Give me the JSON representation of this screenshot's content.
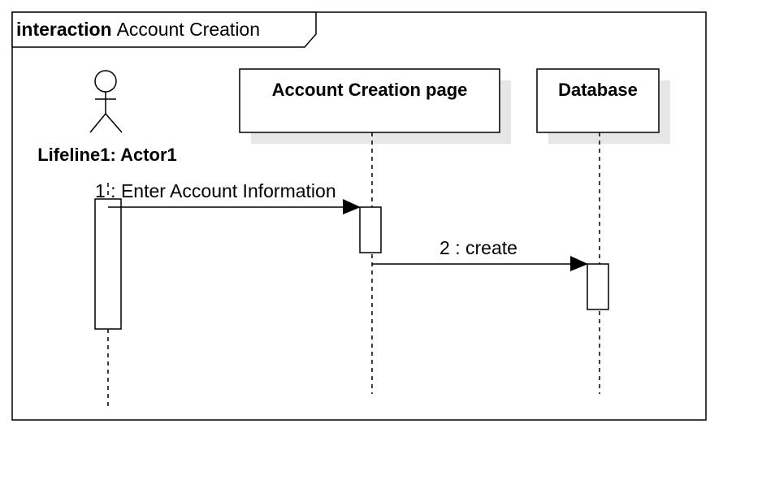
{
  "frame": {
    "keyword": "interaction",
    "name": "Account Creation"
  },
  "lifelines": {
    "actor": {
      "label": "Lifeline1: Actor1",
      "icon": "stick-figure-actor-icon"
    },
    "page": {
      "label": "Account Creation page"
    },
    "database": {
      "label": "Database"
    }
  },
  "messages": [
    {
      "label": "1 : Enter Account Information",
      "from": "actor",
      "to": "page"
    },
    {
      "label": "2 : create",
      "from": "page",
      "to": "database"
    }
  ],
  "colors": {
    "line": "#000000",
    "shadow": "#e6e6e6",
    "background": "#ffffff"
  }
}
